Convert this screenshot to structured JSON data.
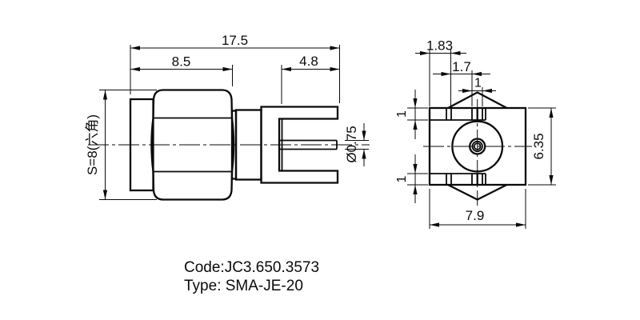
{
  "drawing": {
    "side_view": {
      "dim_total_length": "17.5",
      "dim_body_length": "8.5",
      "dim_leg_length": "4.8",
      "dim_hex_size": "S=8(六角)",
      "dim_pin_diameter": "Ø0.75"
    },
    "end_view": {
      "dim_edge_to_slot": "1.83",
      "dim_slot_spacing": "1.7",
      "dim_slot_width": "1",
      "dim_leg_thickness_top": "1",
      "dim_leg_thickness_bottom": "1",
      "dim_flange_height": "6.35",
      "dim_flange_width": "7.9"
    },
    "title_block": {
      "code_line": "Code:JC3.650.3573",
      "type_line": "Type: SMA-JE-20"
    },
    "colors": {
      "line": "#0a0a0a",
      "background": "#ffffff"
    }
  }
}
